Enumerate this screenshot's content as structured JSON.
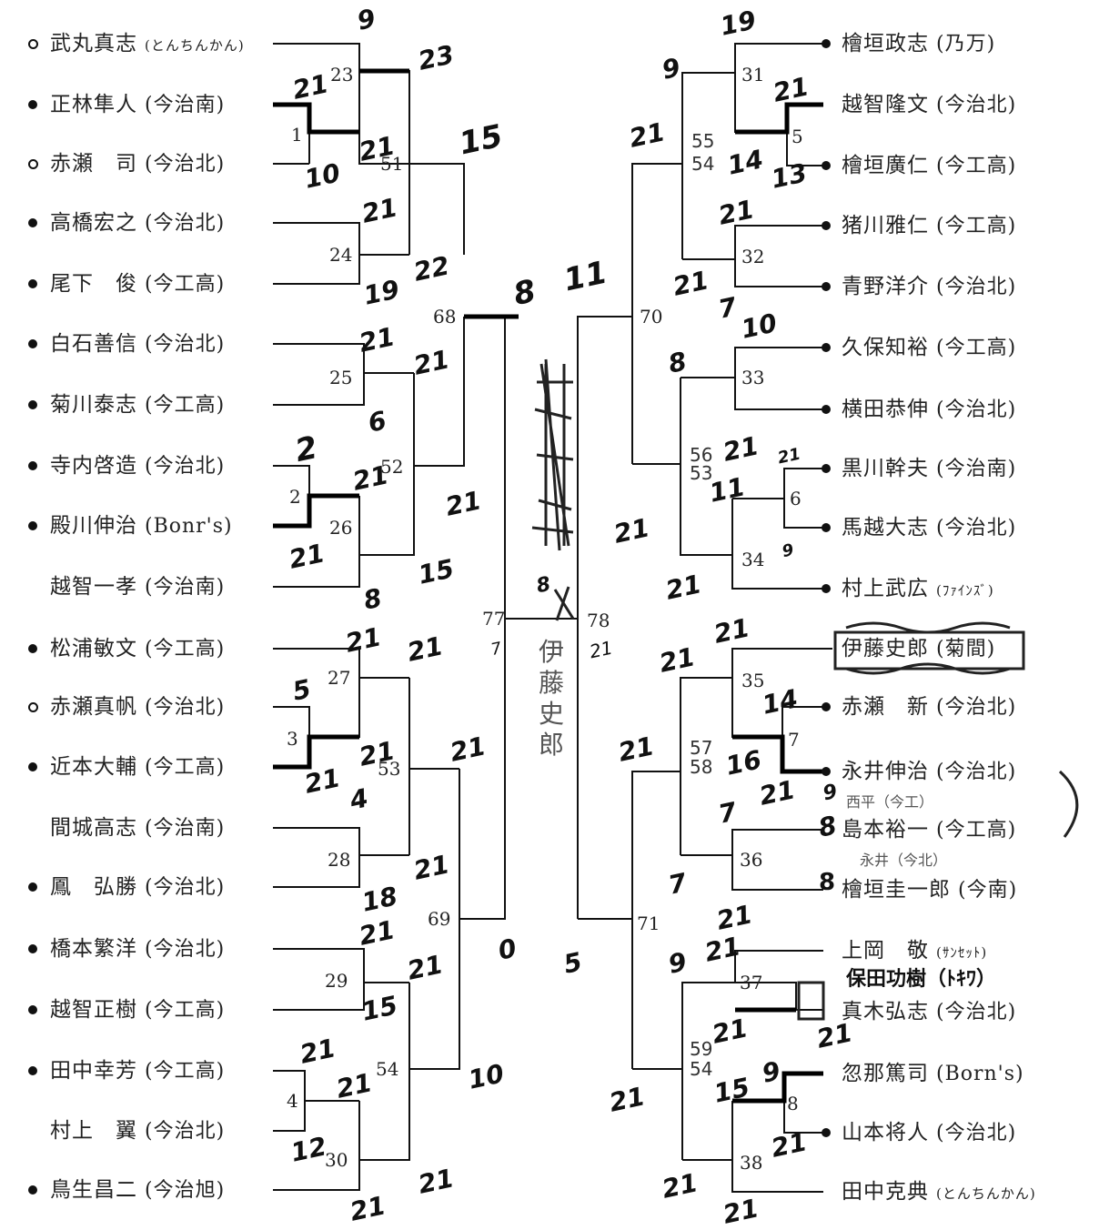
{
  "left_players": [
    {
      "name": "武丸真志",
      "team": "(とんちんかん)",
      "small": true,
      "dot": "ring"
    },
    {
      "name": "正林隼人",
      "team": "(今治南)",
      "dot": "fill"
    },
    {
      "name": "赤瀬　司",
      "team": "(今治北)",
      "dot": "ring"
    },
    {
      "name": "高橋宏之",
      "team": "(今治北)",
      "dot": "fill"
    },
    {
      "name": "尾下　俊",
      "team": "(今工高)",
      "dot": "fill"
    },
    {
      "name": "白石善信",
      "team": "(今治北)",
      "dot": "fill"
    },
    {
      "name": "菊川泰志",
      "team": "(今工高)",
      "dot": "fill"
    },
    {
      "name": "寺内啓造",
      "team": "(今治北)",
      "dot": "fill"
    },
    {
      "name": "殿川伸治",
      "team": "(Bonr's)",
      "dot": "fill"
    },
    {
      "name": "越智一孝",
      "team": "(今治南)",
      "dot": "none"
    },
    {
      "name": "松浦敏文",
      "team": "(今工高)",
      "dot": "fill"
    },
    {
      "name": "赤瀬真帆",
      "team": "(今治北)",
      "dot": "ring"
    },
    {
      "name": "近本大輔",
      "team": "(今工高)",
      "dot": "fill"
    },
    {
      "name": "間城高志",
      "team": "(今治南)",
      "dot": "none"
    },
    {
      "name": "鳳　弘勝",
      "team": "(今治北)",
      "dot": "fill"
    },
    {
      "name": "橋本繁洋",
      "team": "(今治北)",
      "dot": "fill"
    },
    {
      "name": "越智正樹",
      "team": "(今工高)",
      "dot": "fill"
    },
    {
      "name": "田中幸芳",
      "team": "(今工高)",
      "dot": "fill"
    },
    {
      "name": "村上　翼",
      "team": "(今治北)",
      "dot": "none"
    },
    {
      "name": "鳥生昌二",
      "team": "(今治旭)",
      "dot": "fill"
    }
  ],
  "right_players": [
    {
      "name": "檜垣政志",
      "team": "(乃万)",
      "dot": "fill"
    },
    {
      "name": "越智隆文",
      "team": "(今治北)",
      "dot": "none"
    },
    {
      "name": "檜垣廣仁",
      "team": "(今工高)",
      "dot": "fill"
    },
    {
      "name": "猪川雅仁",
      "team": "(今工高)",
      "dot": "fill"
    },
    {
      "name": "青野洋介",
      "team": "(今治北)",
      "dot": "fill"
    },
    {
      "name": "久保知裕",
      "team": "(今工高)",
      "dot": "fill"
    },
    {
      "name": "横田恭伸",
      "team": "(今治北)",
      "dot": "fill"
    },
    {
      "name": "黒川幹夫",
      "team": "(今治南)",
      "dot": "fill"
    },
    {
      "name": "馬越大志",
      "team": "(今治北)",
      "dot": "fill"
    },
    {
      "name": "村上武広",
      "team": "(ﾌｧｲﾝｽﾞ)",
      "small": true,
      "dot": "fill"
    },
    {
      "name": "伊藤史郎",
      "team": "(菊間)",
      "dot": "none"
    },
    {
      "name": "赤瀬　新",
      "team": "(今治北)",
      "dot": "fill"
    },
    {
      "name": "永井伸治",
      "team": "(今治北)",
      "dot": "fill"
    },
    {
      "name": "島本裕一",
      "team": "(今工高)",
      "dot": "none"
    },
    {
      "name": "檜垣圭一郎",
      "team": "(今南)",
      "dot": "none"
    },
    {
      "name": "上岡　敬",
      "team": "(ｻﾝｾｯﾄ)",
      "small": true,
      "dot": "none"
    },
    {
      "name": "真木弘志",
      "team": "(今治北)",
      "dot": "none"
    },
    {
      "name": "忽那篤司",
      "team": "(Born's)",
      "dot": "none"
    },
    {
      "name": "山本将人",
      "team": "(今治北)",
      "dot": "fill"
    },
    {
      "name": "田中克典",
      "team": "(とんちんかん)",
      "small": true,
      "dot": "none"
    }
  ],
  "match_numbers": [
    "23",
    "1",
    "51",
    "24",
    "68",
    "25",
    "52",
    "2",
    "26",
    "27",
    "3",
    "53",
    "28",
    "69",
    "29",
    "54",
    "4",
    "30",
    "77",
    "78",
    "31",
    "5",
    "70",
    "32",
    "33",
    "6",
    "34",
    "35",
    "7",
    "71",
    "36",
    "37",
    "8",
    "38"
  ],
  "scores": [
    "9",
    "21",
    "10",
    "21",
    "23",
    "15",
    "21",
    "22",
    "19",
    "21",
    "21",
    "6",
    "2",
    "21",
    "21",
    "21",
    "8",
    "15",
    "8",
    "21",
    "21",
    "5",
    "21",
    "21",
    "4",
    "21",
    "21",
    "18",
    "21",
    "21",
    "15",
    "0",
    "21",
    "21",
    "10",
    "12",
    "21",
    "21",
    "11",
    "19",
    "9",
    "21",
    "21",
    "14",
    "13",
    "21",
    "21",
    "7",
    "10",
    "8",
    "21",
    "21",
    "11",
    "9",
    "21",
    "21",
    "21",
    "21",
    "16",
    "21",
    "21",
    "14",
    "7",
    "7",
    "8",
    "9",
    "21",
    "21",
    "5",
    "21",
    "21",
    "15",
    "9",
    "21",
    "21",
    "21",
    "21",
    "21",
    "9",
    "7",
    "8"
  ],
  "notes": [
    "55",
    "54",
    "56",
    "53",
    "57",
    "58",
    "59",
    "54"
  ],
  "side_notes": [
    "伊藤史郎",
    "保田功樹（ﾄｷﾜ）",
    "西平（今工）",
    "永井（今北）",
    "8"
  ]
}
